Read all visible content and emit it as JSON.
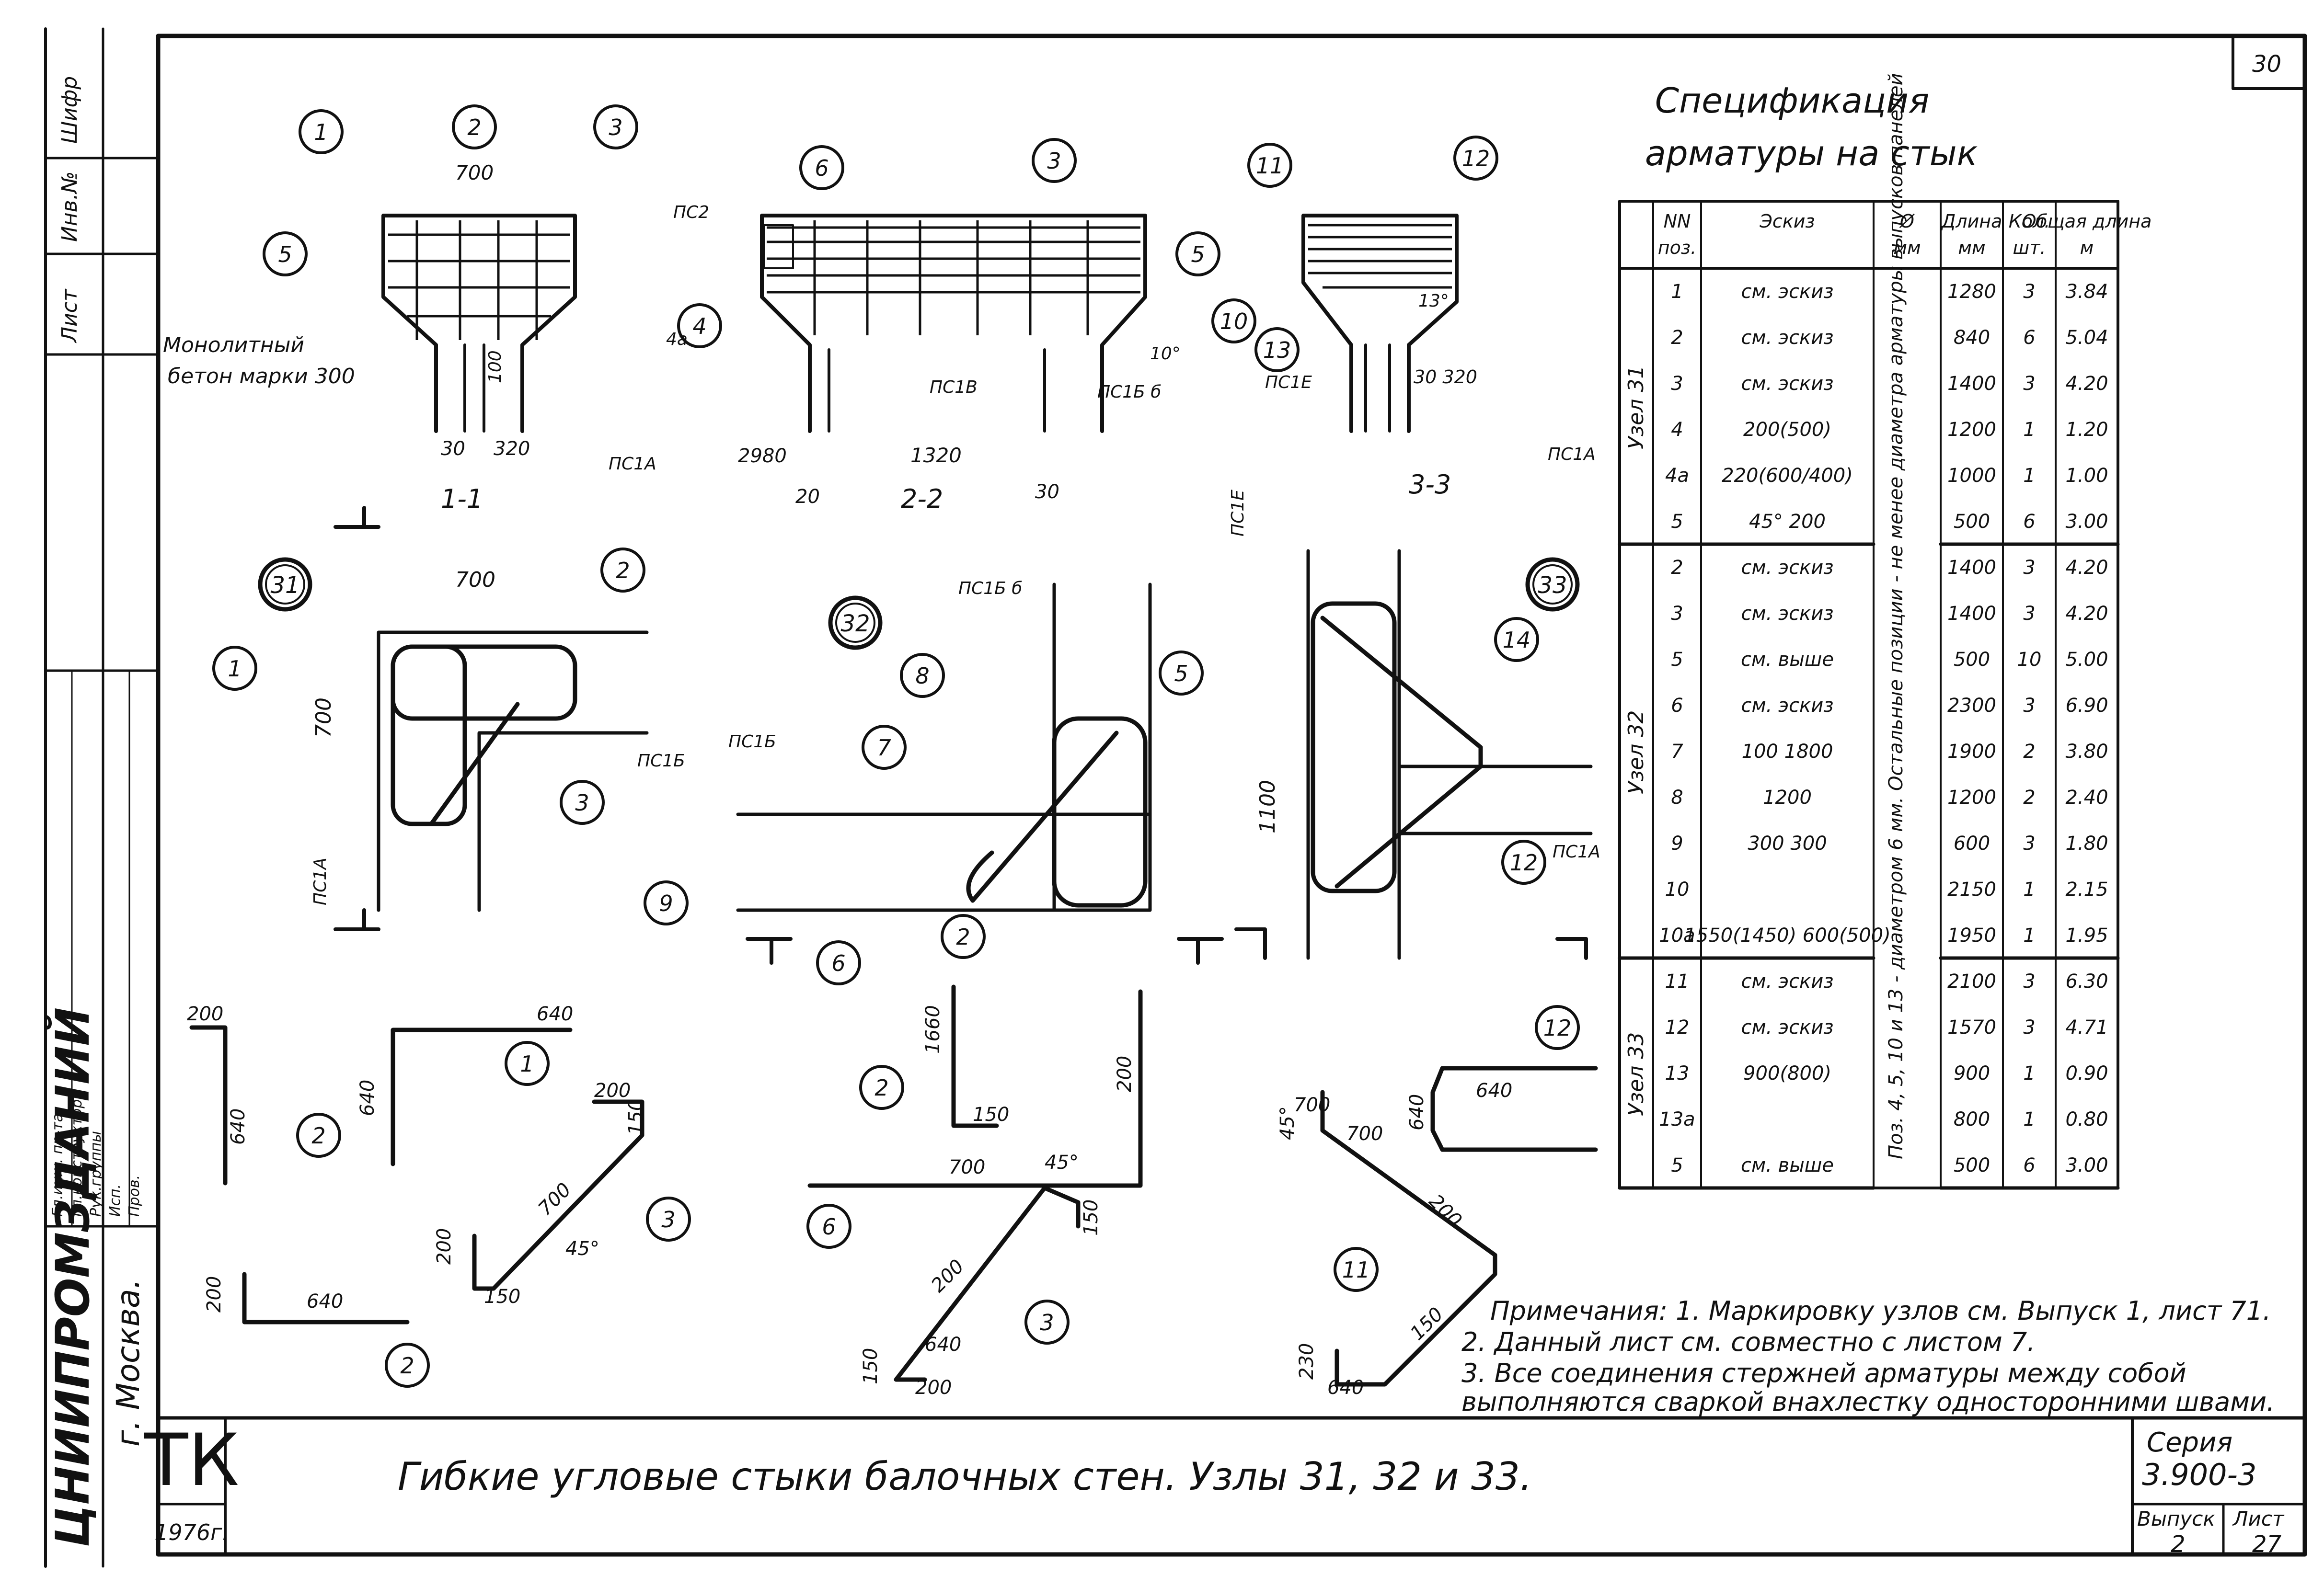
{
  "sheet": {
    "sheet_number": "30",
    "title": "Гибкие угловые стыки  балочных  стен.  Узлы  31, 32 и 33.",
    "stamp": "ТК",
    "year": "1976г.",
    "series_label": "Серия",
    "series": "3.900-3",
    "issue_label": "Выпуск",
    "issue": "2",
    "page_label": "Лист",
    "page": "27",
    "org_line1": "ЦНИИПРОМЗДАНИЙ",
    "org_line2": "г. Москва."
  },
  "left_strip": {
    "labels": [
      "Шифр",
      "Инв.№",
      "Лист"
    ],
    "sign_rows": [
      "Гл.инж. пр-та",
      "Гл.конструктор",
      "Рук.группы",
      "Исп.",
      "Пров."
    ]
  },
  "spec": {
    "title_line1": "Спецификация",
    "title_line2": "арматуры на стык",
    "headers": [
      "NN поз.",
      "Эскиз",
      "Ø мм",
      "Длина мм",
      "Кол. шт.",
      "Общая длина м"
    ],
    "diameter_note": "Поз. 4, 5, 10 и 13 - диаметром 6 мм. Остальные позиции - не менее диаметра арматуры выпусков панелей",
    "groups": [
      {
        "name": "Узел 31",
        "rows": [
          {
            "pos": "1",
            "sketch": "см. эскиз",
            "length": "1280",
            "qty": "3",
            "total": "3.84"
          },
          {
            "pos": "2",
            "sketch": "см. эскиз",
            "length": "840",
            "qty": "6",
            "total": "5.04"
          },
          {
            "pos": "3",
            "sketch": "см. эскиз",
            "length": "1400",
            "qty": "3",
            "total": "4.20"
          },
          {
            "pos": "4",
            "sketch": "200(500)",
            "length": "1200",
            "qty": "1",
            "total": "1.20"
          },
          {
            "pos": "4а",
            "sketch": "220(600/400)",
            "length": "1000",
            "qty": "1",
            "total": "1.00"
          },
          {
            "pos": "5",
            "sketch": "45° 200",
            "length": "500",
            "qty": "6",
            "total": "3.00"
          }
        ]
      },
      {
        "name": "Узел 32",
        "rows": [
          {
            "pos": "2",
            "sketch": "см. эскиз",
            "length": "1400",
            "qty": "3",
            "total": "4.20"
          },
          {
            "pos": "3",
            "sketch": "см. эскиз",
            "length": "1400",
            "qty": "3",
            "total": "4.20"
          },
          {
            "pos": "5",
            "sketch": "см. выше",
            "length": "500",
            "qty": "10",
            "total": "5.00"
          },
          {
            "pos": "6",
            "sketch": "см. эскиз",
            "length": "2300",
            "qty": "3",
            "total": "6.90"
          },
          {
            "pos": "7",
            "sketch": "100 1800",
            "length": "1900",
            "qty": "2",
            "total": "3.80"
          },
          {
            "pos": "8",
            "sketch": "1200",
            "length": "1200",
            "qty": "2",
            "total": "2.40"
          },
          {
            "pos": "9",
            "sketch": "300 300",
            "length": "600",
            "qty": "3",
            "total": "1.80"
          },
          {
            "pos": "10",
            "sketch": "",
            "length": "2150",
            "qty": "1",
            "total": "2.15"
          },
          {
            "pos": "10а",
            "sketch": "1550(1450) 600(500)",
            "length": "1950",
            "qty": "1",
            "total": "1.95"
          }
        ]
      },
      {
        "name": "Узел 33",
        "rows": [
          {
            "pos": "11",
            "sketch": "см. эскиз",
            "length": "2100",
            "qty": "3",
            "total": "6.30"
          },
          {
            "pos": "12",
            "sketch": "см. эскиз",
            "length": "1570",
            "qty": "3",
            "total": "4.71"
          },
          {
            "pos": "13",
            "sketch": "900(800)",
            "length": "900",
            "qty": "1",
            "total": "0.90"
          },
          {
            "pos": "13а",
            "sketch": "",
            "length": "800",
            "qty": "1",
            "total": "0.80"
          },
          {
            "pos": "5",
            "sketch": "см. выше",
            "length": "500",
            "qty": "6",
            "total": "3.00"
          }
        ]
      }
    ]
  },
  "notes": [
    "Примечания: 1. Маркировку узлов см. Выпуск 1, лист 71.",
    "2. Данный лист см. совместно с листом 7.",
    "3. Все соединения стержней арматуры между собой",
    "выполняются сваркой внахлестку односторонними швами."
  ],
  "drawing": {
    "section_labels": [
      "1-1",
      "2-2",
      "3-3"
    ],
    "node_labels": [
      "31",
      "32",
      "33"
    ],
    "concrete_note": [
      "Монолитный",
      "бетон марки 300"
    ],
    "panel_labels": [
      "ПС1А",
      "ПС1Б",
      "ПС1В",
      "ПС1Е",
      "ПС2",
      "ПС1Б б"
    ],
    "dims_sections": [
      "700",
      "100",
      "30",
      "320",
      "2980",
      "1320",
      "20",
      "30",
      "30 320",
      "13°",
      "10°",
      "4а"
    ],
    "dims_plans": [
      "700",
      "700",
      "1100"
    ],
    "bar_dims": [
      "200",
      "640",
      "640",
      "640",
      "200",
      "150",
      "700",
      "45°",
      "200",
      "150",
      "200",
      "640",
      "1660",
      "150",
      "200",
      "700",
      "45°",
      "150",
      "200",
      "640",
      "150",
      "200",
      "45°",
      "700",
      "700",
      "200",
      "150",
      "230",
      "640",
      "640",
      "640"
    ],
    "callouts": [
      "1",
      "2",
      "3",
      "4",
      "5",
      "6",
      "7",
      "8",
      "9",
      "10",
      "11",
      "12",
      "13",
      "14"
    ]
  }
}
